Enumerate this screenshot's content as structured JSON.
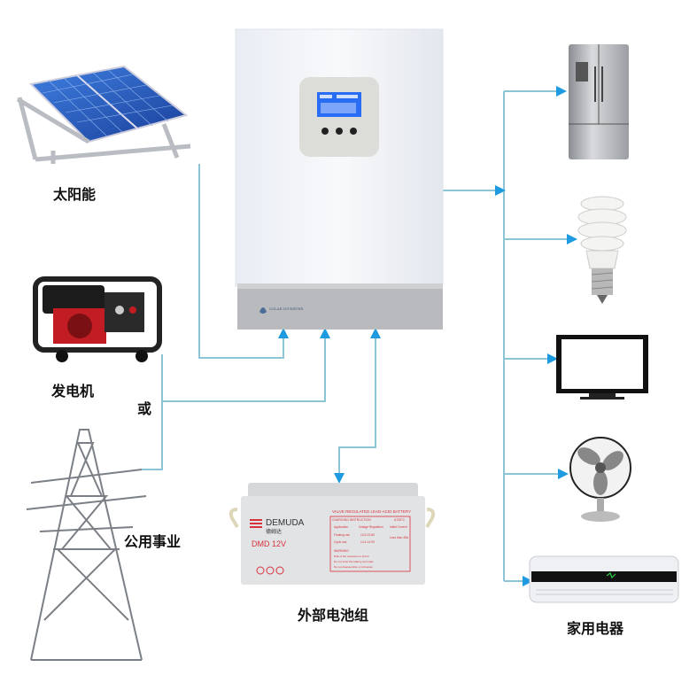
{
  "labels": {
    "solar": "太阳能",
    "generator": "发电机",
    "or": "或",
    "utility": "公用事业",
    "battery": "外部电池组",
    "appliances": "家用电器"
  },
  "battery": {
    "brand": "DEMUDA",
    "brand_cn": "德姆达",
    "model": "DMD 12V",
    "type": "VALVE REGULATED LEAD-ACID BATTERY",
    "charging_instruction": "CHARGING INSTRUCTION",
    "temp": "AT25°C",
    "table_headers": [
      "Application",
      "Voltage Regulation",
      "Initial Current"
    ],
    "table_rows": [
      [
        "Floating use",
        "13.5-13.8V"
      ],
      [
        "Cycle use",
        "14.4-14.9V"
      ]
    ],
    "initial_current": "Less than 45A",
    "warning_title": "WARNING",
    "warnings": [
      "Risk of fire explosion or burns.",
      "Do not short the battery terminals.",
      "Do not disassemble or incinerate."
    ]
  },
  "inverter": {
    "brand_logo": "SOLAR INVERTER"
  },
  "colors": {
    "line": "#8cc6d6",
    "arrow": "#1e9ae0",
    "battery_red": "#d8323c"
  },
  "icons": [
    "solar-panel",
    "generator",
    "power-tower",
    "inverter",
    "battery",
    "refrigerator",
    "cfl-bulb",
    "television",
    "electric-fan",
    "air-conditioner"
  ]
}
